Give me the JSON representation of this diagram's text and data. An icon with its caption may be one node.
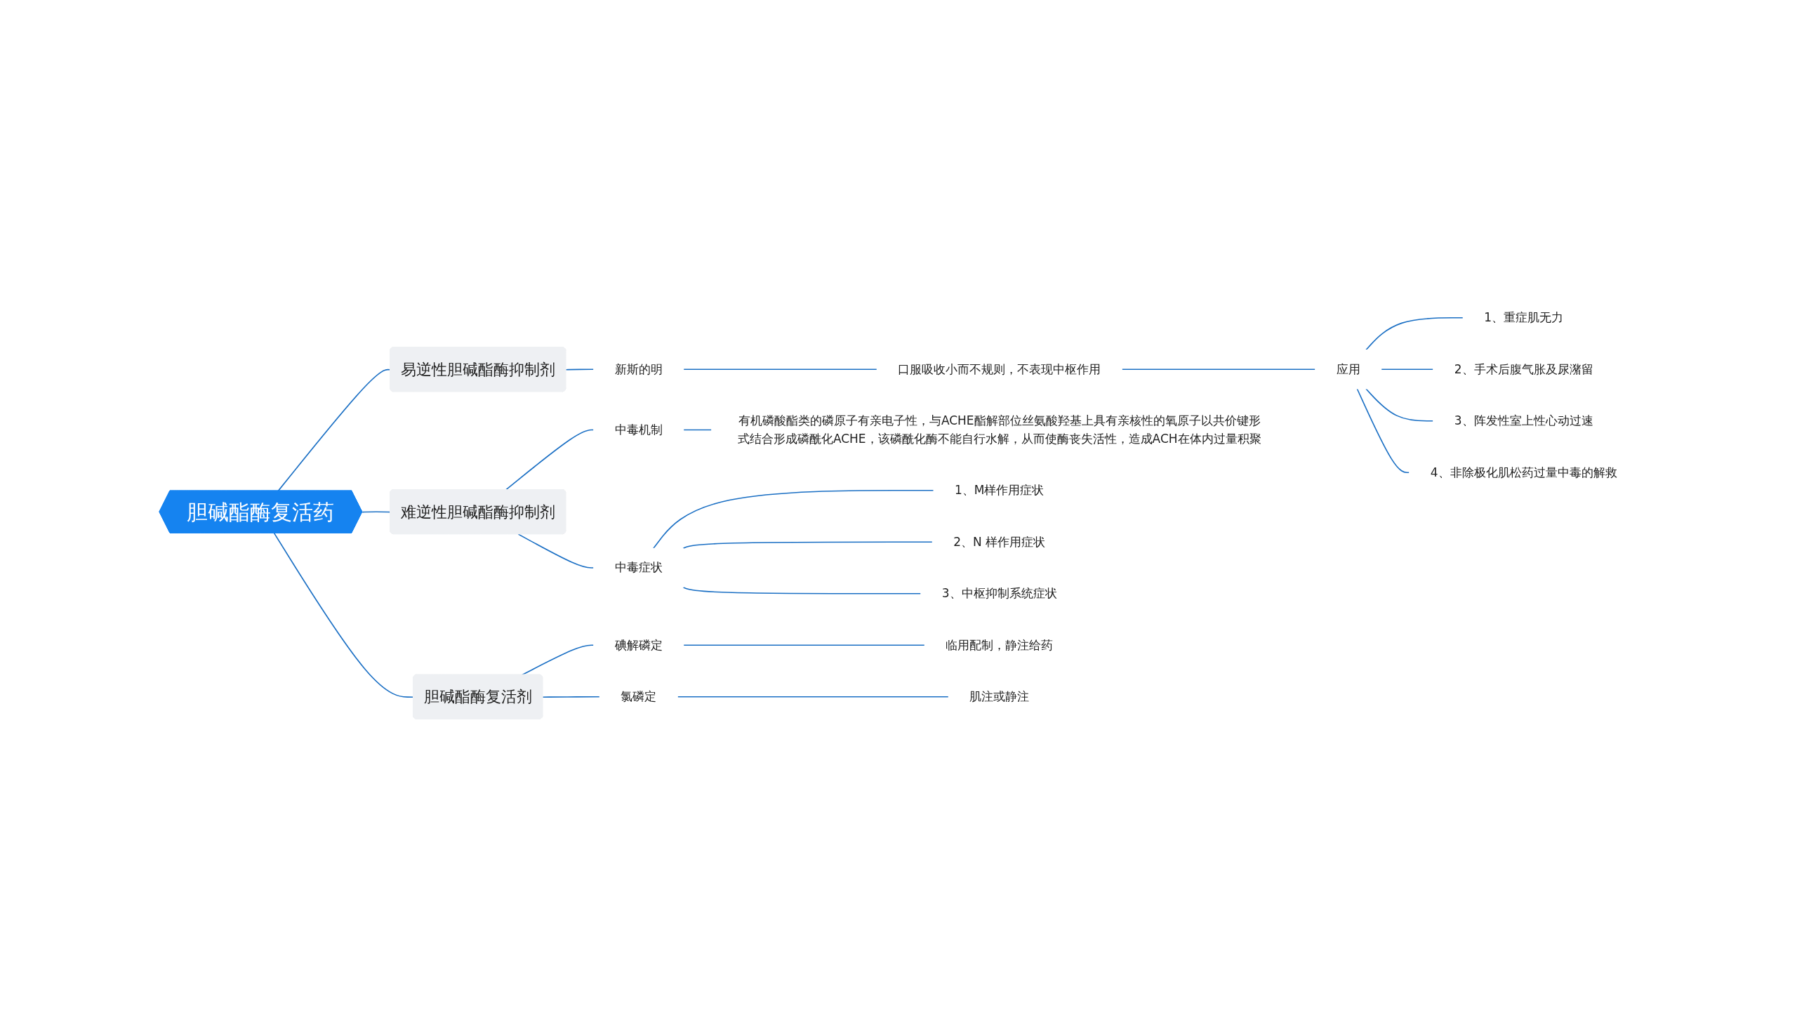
{
  "diagram": {
    "nodes": [
      {
        "text": [
          "胆碱酯酶复活药"
        ]
      },
      {
        "text": [
          "易逆性胆碱酯酶抑制剂"
        ]
      },
      {
        "text": [
          "新斯的明"
        ]
      },
      {
        "text": [
          "口服吸收小而不规则，不表现中枢作用"
        ]
      },
      {
        "text": [
          "应用"
        ]
      },
      {
        "text": [
          "1、重症肌无力"
        ]
      },
      {
        "text": [
          "2、手术后腹气胀及尿潴留"
        ]
      },
      {
        "text": [
          "3、阵发性室上性心动过速"
        ]
      },
      {
        "text": [
          "4、非除极化肌松药过量中毒的解救"
        ]
      },
      {
        "text": [
          "难逆性胆碱酯酶抑制剂"
        ]
      },
      {
        "text": [
          "中毒机制"
        ]
      },
      {
        "text": [
          "有机磷酸酯类的磷原子有亲电子性，与ACHE酯解部位丝氨酸羟基上具有亲核性的氧原子以共价键形式结合形成磷酰化ACHE，该磷酰化酶不能自行水解，从而使酶丧失活性，造成ACH在体内过量积聚"
        ]
      },
      {
        "text": [
          "中毒症状"
        ]
      },
      {
        "text": [
          "1、M样作用症状"
        ]
      },
      {
        "text": [
          "2、N 样作用症状"
        ]
      },
      {
        "text": [
          "3、中枢抑制系统症状"
        ]
      },
      {
        "text": [
          "胆碱酯酶复活剂"
        ]
      },
      {
        "text": [
          "碘解磷定"
        ]
      },
      {
        "text": [
          "临用配制，静注给药"
        ]
      },
      {
        "text": [
          "氯磷定"
        ]
      },
      {
        "text": [
          "肌注或静注"
        ]
      }
    ],
    "edges": [
      {
        "from": 0,
        "to": 1,
        "arrow": "none"
      },
      {
        "from": 1,
        "to": 2,
        "arrow": "none"
      },
      {
        "from": 2,
        "to": 3,
        "arrow": "none"
      },
      {
        "from": 3,
        "to": 4,
        "arrow": "none"
      },
      {
        "from": 4,
        "to": 5,
        "arrow": "none"
      },
      {
        "from": 4,
        "to": 6,
        "arrow": "none"
      },
      {
        "from": 4,
        "to": 7,
        "arrow": "none"
      },
      {
        "from": 4,
        "to": 8,
        "arrow": "none"
      },
      {
        "from": 0,
        "to": 9,
        "arrow": "none"
      },
      {
        "from": 9,
        "to": 10,
        "arrow": "none"
      },
      {
        "from": 10,
        "to": 11,
        "arrow": "none"
      },
      {
        "from": 9,
        "to": 12,
        "arrow": "none"
      },
      {
        "from": 12,
        "to": 13,
        "arrow": "none"
      },
      {
        "from": 12,
        "to": 14,
        "arrow": "none"
      },
      {
        "from": 12,
        "to": 15,
        "arrow": "none"
      },
      {
        "from": 0,
        "to": 16,
        "arrow": "none"
      },
      {
        "from": 16,
        "to": 17,
        "arrow": "none"
      },
      {
        "from": 17,
        "to": 18,
        "arrow": "none"
      },
      {
        "from": 16,
        "to": 19,
        "arrow": "none"
      },
      {
        "from": 19,
        "to": 20,
        "arrow": "none"
      }
    ]
  }
}
